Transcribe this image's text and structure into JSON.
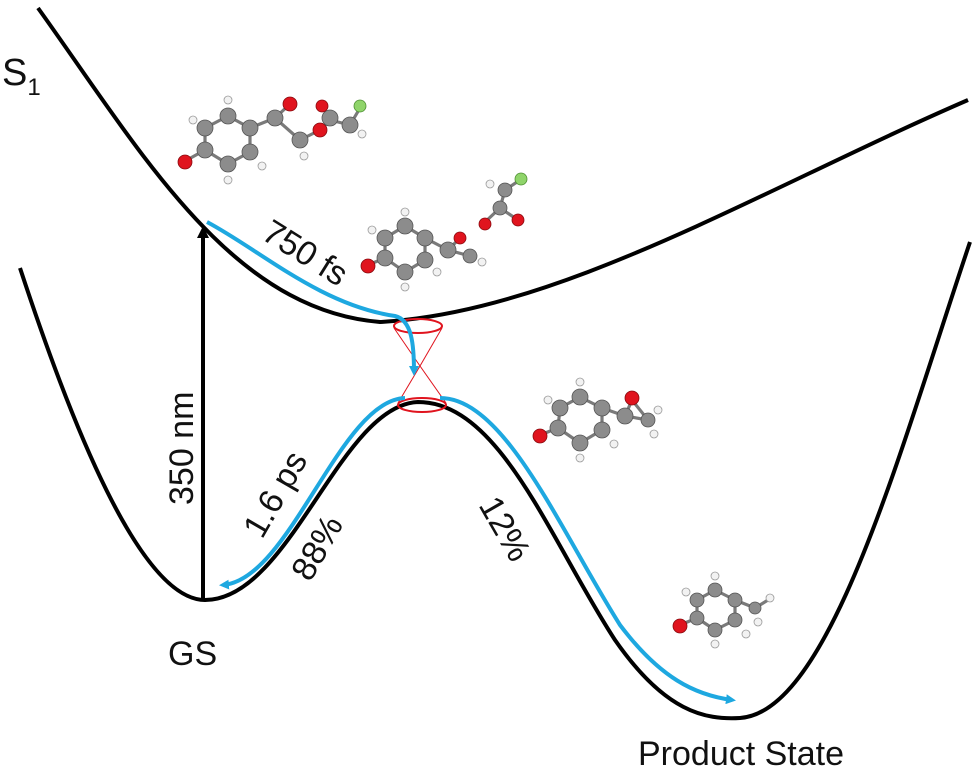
{
  "labels": {
    "s1_state": "S",
    "s1_subscript": "1",
    "ground_state": "GS",
    "product_state": "Product State",
    "excitation_wavelength": "350 nm",
    "s1_decay_time": "750 fs",
    "gs_relaxation_time": "1.6 ps",
    "gs_branch_yield": "88%",
    "product_branch_yield": "12%"
  },
  "colors": {
    "surface": "#000000",
    "pathway": "#1ea8e0",
    "conical_intersection": "#e0141e",
    "excitation_arrow": "#000000"
  }
}
